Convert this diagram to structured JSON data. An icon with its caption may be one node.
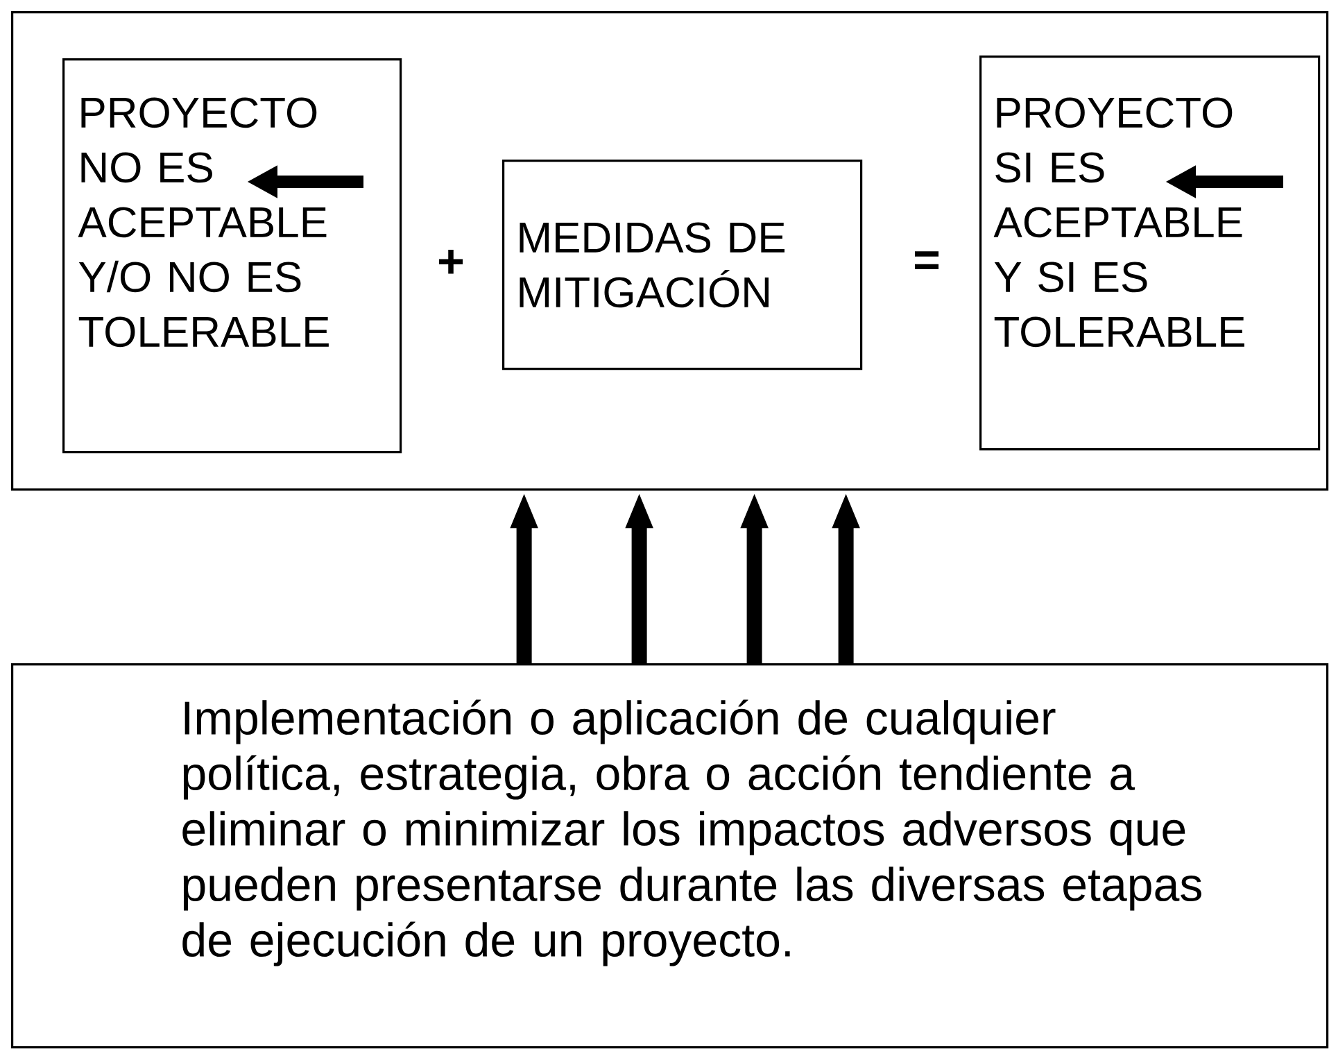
{
  "diagram": {
    "nodes": [
      {
        "text": [],
        "shape": "box"
      },
      {
        "text": [
          "PROYECTO NO ES ACEPTABLE Y/O NO ES TOLERABLE"
        ],
        "in": 0
      },
      {
        "text": [
          "MEDIDAS DE MITIGACIÓN"
        ],
        "in": 0
      },
      {
        "text": [
          "PROYECTO SI ES ACEPTABLE Y SI ES TOLERABLE"
        ],
        "in": 0
      },
      {
        "text": [
          "Implementación o aplicación de cualquier política, estrategia, obra o acción tendiente a eliminar o minimizar los impactos adversos que pueden presentarse durante las diversas etapas de ejecución de un proyecto."
        ]
      }
    ],
    "edges": [
      {
        "from": 4,
        "to": 0,
        "arrow": "to"
      },
      {
        "from": 4,
        "to": 0,
        "arrow": "to"
      },
      {
        "from": 4,
        "to": 0,
        "arrow": "to"
      },
      {
        "from": 4,
        "to": 0,
        "arrow": "to"
      }
    ],
    "labels": [
      "+",
      "="
    ]
  }
}
